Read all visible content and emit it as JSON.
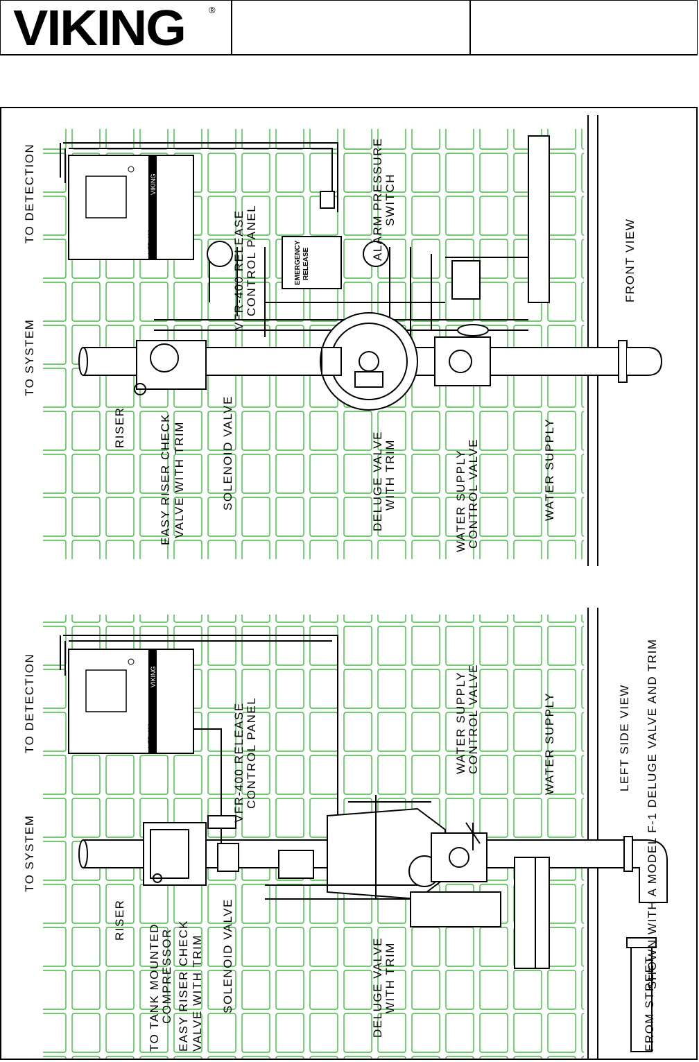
{
  "header": {
    "brand": "VIKING",
    "registered_mark": "®"
  },
  "labels": {
    "to_detection": "TO DETECTION",
    "to_system": "TO SYSTEM",
    "riser": "RISER",
    "easy_riser_1": "EASY RISER CHECK",
    "easy_riser_2": "VALVE WITH TRIM",
    "solenoid": "SOLENOID VALVE",
    "vfr_1": "VFR-400 RELEASE",
    "vfr_2": "CONTROL PANEL",
    "alarm_1": "ALARM PRESSURE",
    "alarm_2": "SWITCH",
    "deluge_1": "DELUGE VALVE",
    "deluge_2": "WITH TRIM",
    "ws_control_1": "WATER SUPPLY",
    "ws_control_2": "CONTROL VALVE",
    "water_supply": "WATER SUPPLY",
    "front_view": "FRONT VIEW",
    "left_side_view": "LEFT SIDE VIEW",
    "shown_with": "SHOWN WITH A MODEL F-1 DELUGE VALVE AND TRIM",
    "to_tank_1": "TO TANK MOUNTED",
    "to_tank_2": "COMPRESSOR",
    "from_street": "FROM STREET",
    "panel_model": "VFR 400",
    "panel_brand": "VIKING",
    "emergency_1": "EMERGENCY",
    "emergency_2": "RELEASE"
  },
  "colors": {
    "grid": "#3cbf3c",
    "line": "#000000"
  }
}
